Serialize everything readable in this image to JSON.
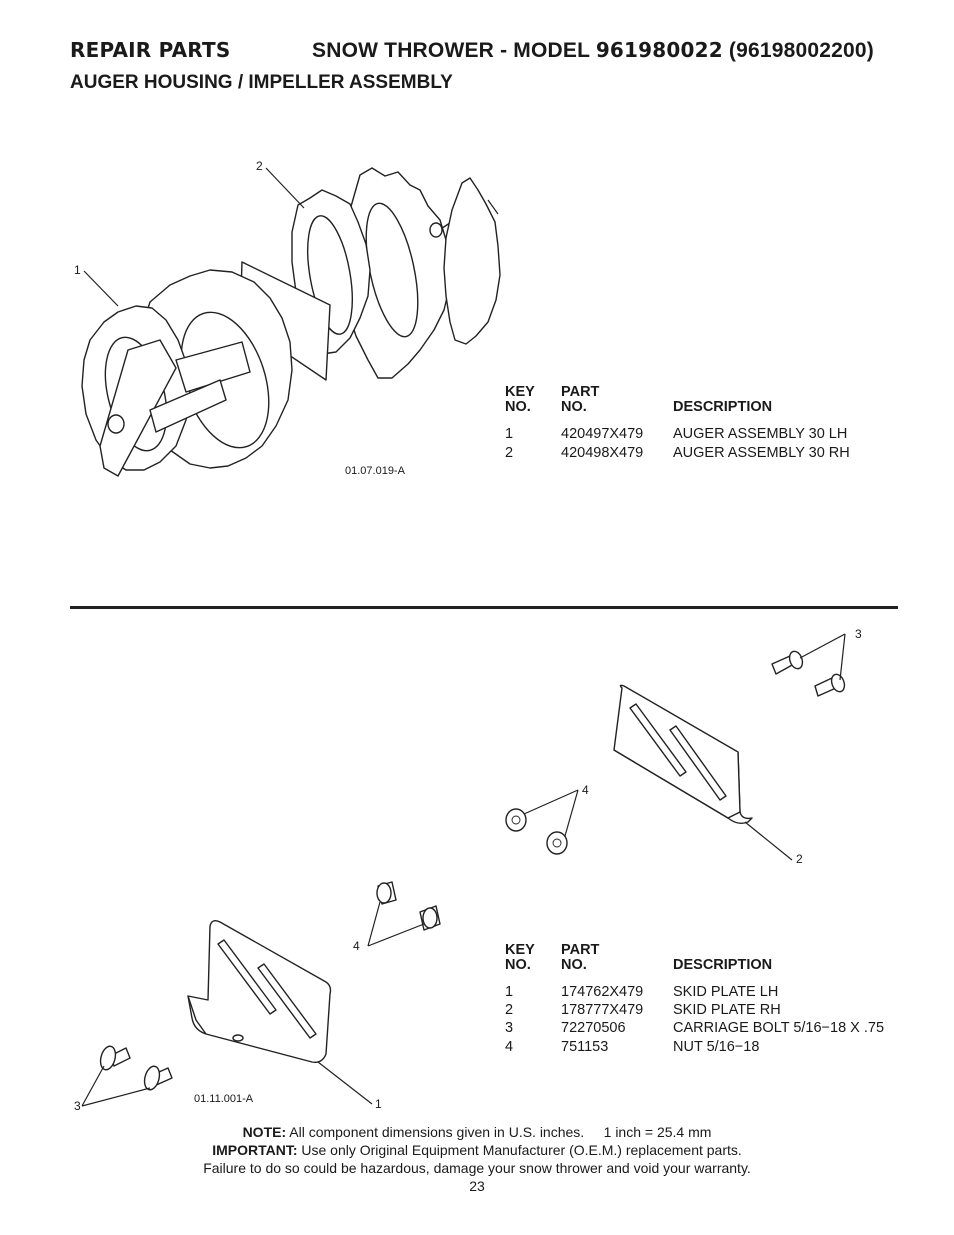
{
  "header": {
    "section": "REPAIR PARTS",
    "product_prefix": "SNOW THROWER - MODEL",
    "model": "961980022",
    "model_alt": "(96198002200)",
    "subtitle": "AUGER HOUSING / IMPELLER ASSEMBLY"
  },
  "table_headers": {
    "key_line1": "KEY",
    "key_line2": "NO.",
    "part_line1": "PART",
    "part_line2": "NO.",
    "description": "DESCRIPTION"
  },
  "auger_figure": {
    "code": "01.07.019-A",
    "callouts": [
      "1",
      "2"
    ],
    "parts": [
      {
        "key": "1",
        "part": "420497X479",
        "description": "AUGER ASSEMBLY 30 LH"
      },
      {
        "key": "2",
        "part": "420498X479",
        "description": "AUGER ASSEMBLY 30 RH"
      }
    ]
  },
  "skid_figure": {
    "code": "01.11.001-A",
    "callouts": [
      "3",
      "4",
      "2",
      "4",
      "3",
      "1"
    ],
    "parts": [
      {
        "key": "1",
        "part": "174762X479",
        "description": "SKID PLATE LH"
      },
      {
        "key": "2",
        "part": "178777X479",
        "description": "SKID PLATE RH"
      },
      {
        "key": "3",
        "part": "72270506",
        "description": "CARRIAGE BOLT 5/16−18 X .75"
      },
      {
        "key": "4",
        "part": "751153",
        "description": "NUT 5/16−18"
      }
    ]
  },
  "footer": {
    "note_label": "NOTE:",
    "note_text": "All component dimensions given in U.S. inches.",
    "conversion": "1 inch = 25.4 mm",
    "important_label": "IMPORTANT:",
    "important_text": "Use only Original Equipment Manufacturer (O.E.M.) replacement parts.",
    "warning": "Failure to do so could be hazardous, damage your snow thrower and void your warranty.",
    "page_number": "23"
  }
}
